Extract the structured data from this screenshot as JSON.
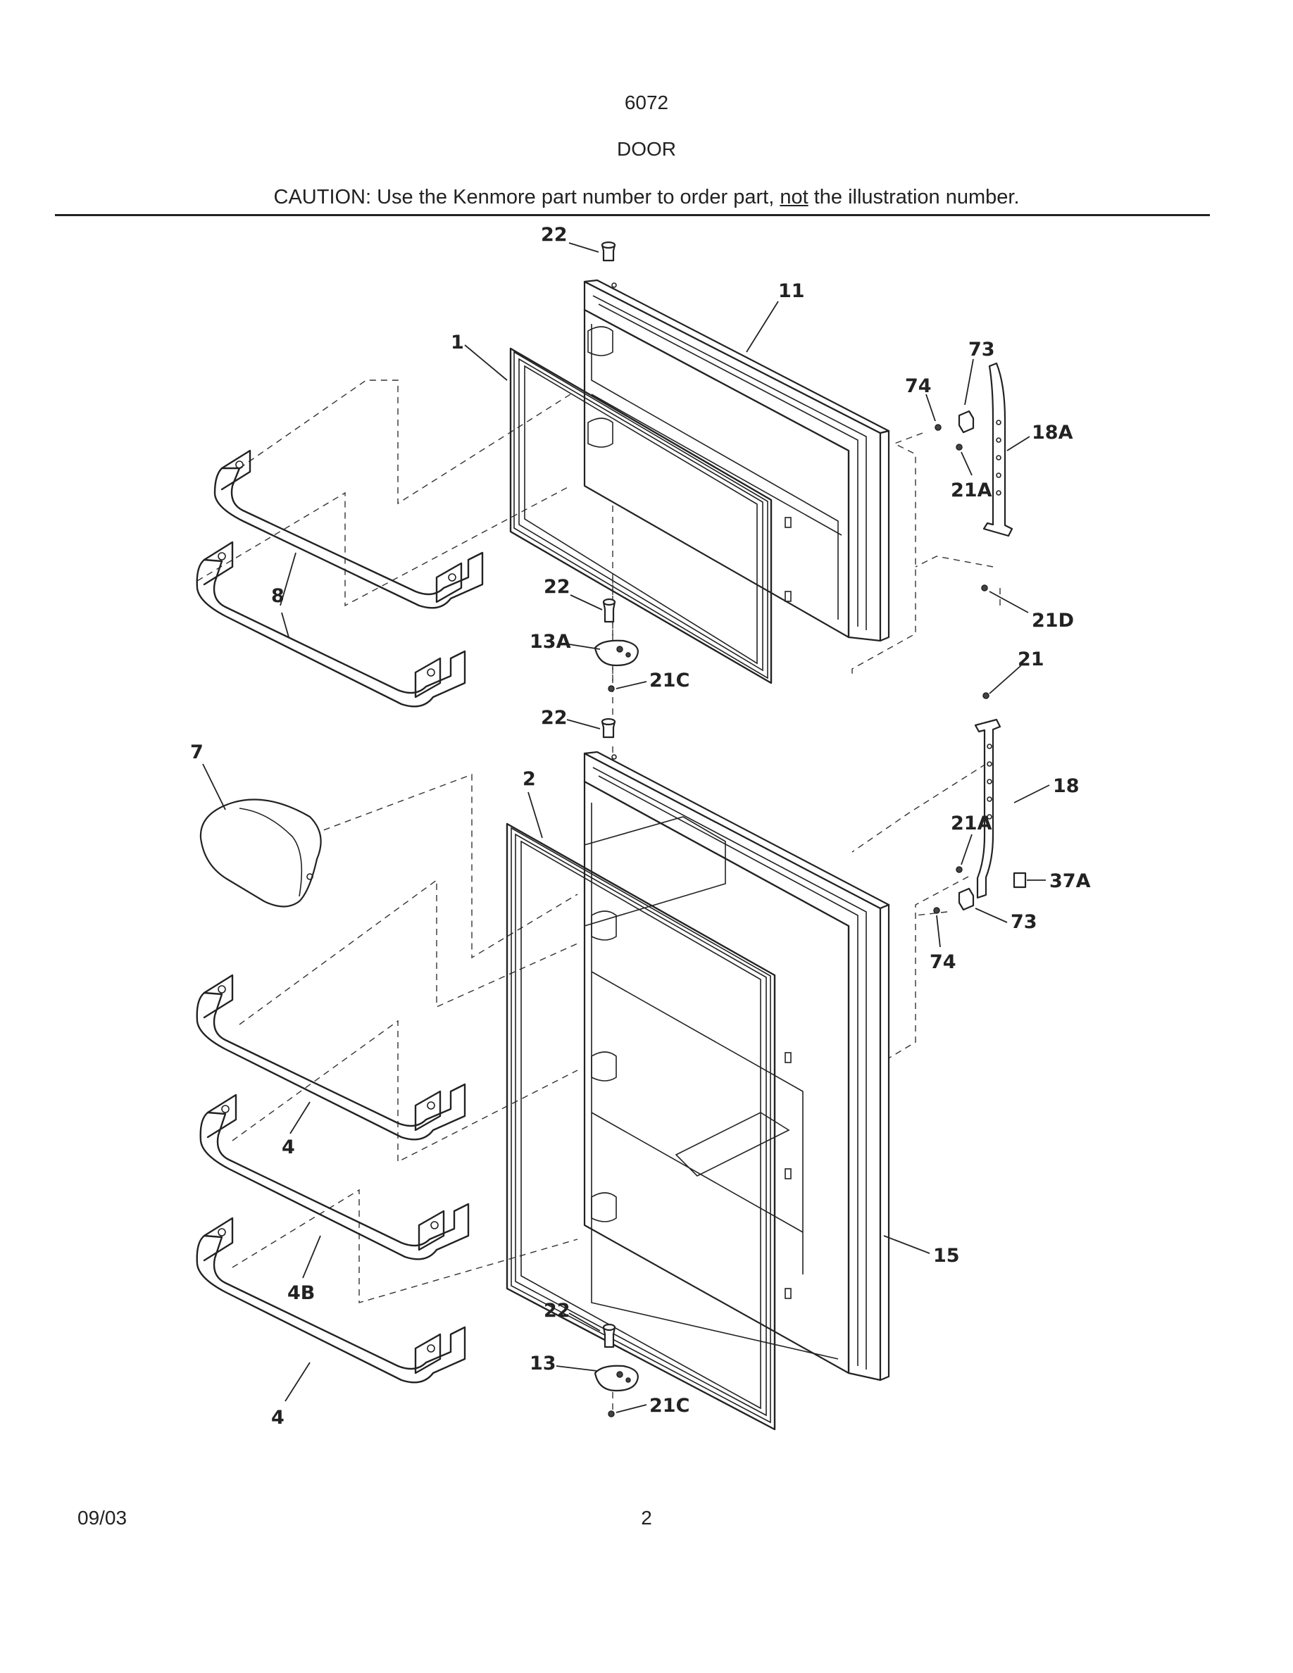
{
  "header": {
    "model": "6072",
    "section": "DOOR",
    "caution_prefix": "CAUTION: Use the Kenmore part number to order part, ",
    "caution_emph": "not",
    "caution_suffix": " the illustration number."
  },
  "callouts": {
    "top_22": "22",
    "c11": "11",
    "c1": "1",
    "c73_top": "73",
    "c74_top": "74",
    "c18A": "18A",
    "c21A_top": "21A",
    "c8": "8",
    "c22_mid": "22",
    "c13A": "13A",
    "c21C_top": "21C",
    "c21D": "21D",
    "c21": "21",
    "c22_lower": "22",
    "c7": "7",
    "c2": "2",
    "c18": "18",
    "c21A_bot": "21A",
    "c37A": "37A",
    "c73_bot": "73",
    "c74_bot": "74",
    "c4_a": "4",
    "c4B": "4B",
    "c15": "15",
    "c22_bot": "22",
    "c13": "13",
    "c21C_bot": "21C",
    "c4_b": "4"
  },
  "footer": {
    "date": "09/03",
    "page": "2"
  }
}
